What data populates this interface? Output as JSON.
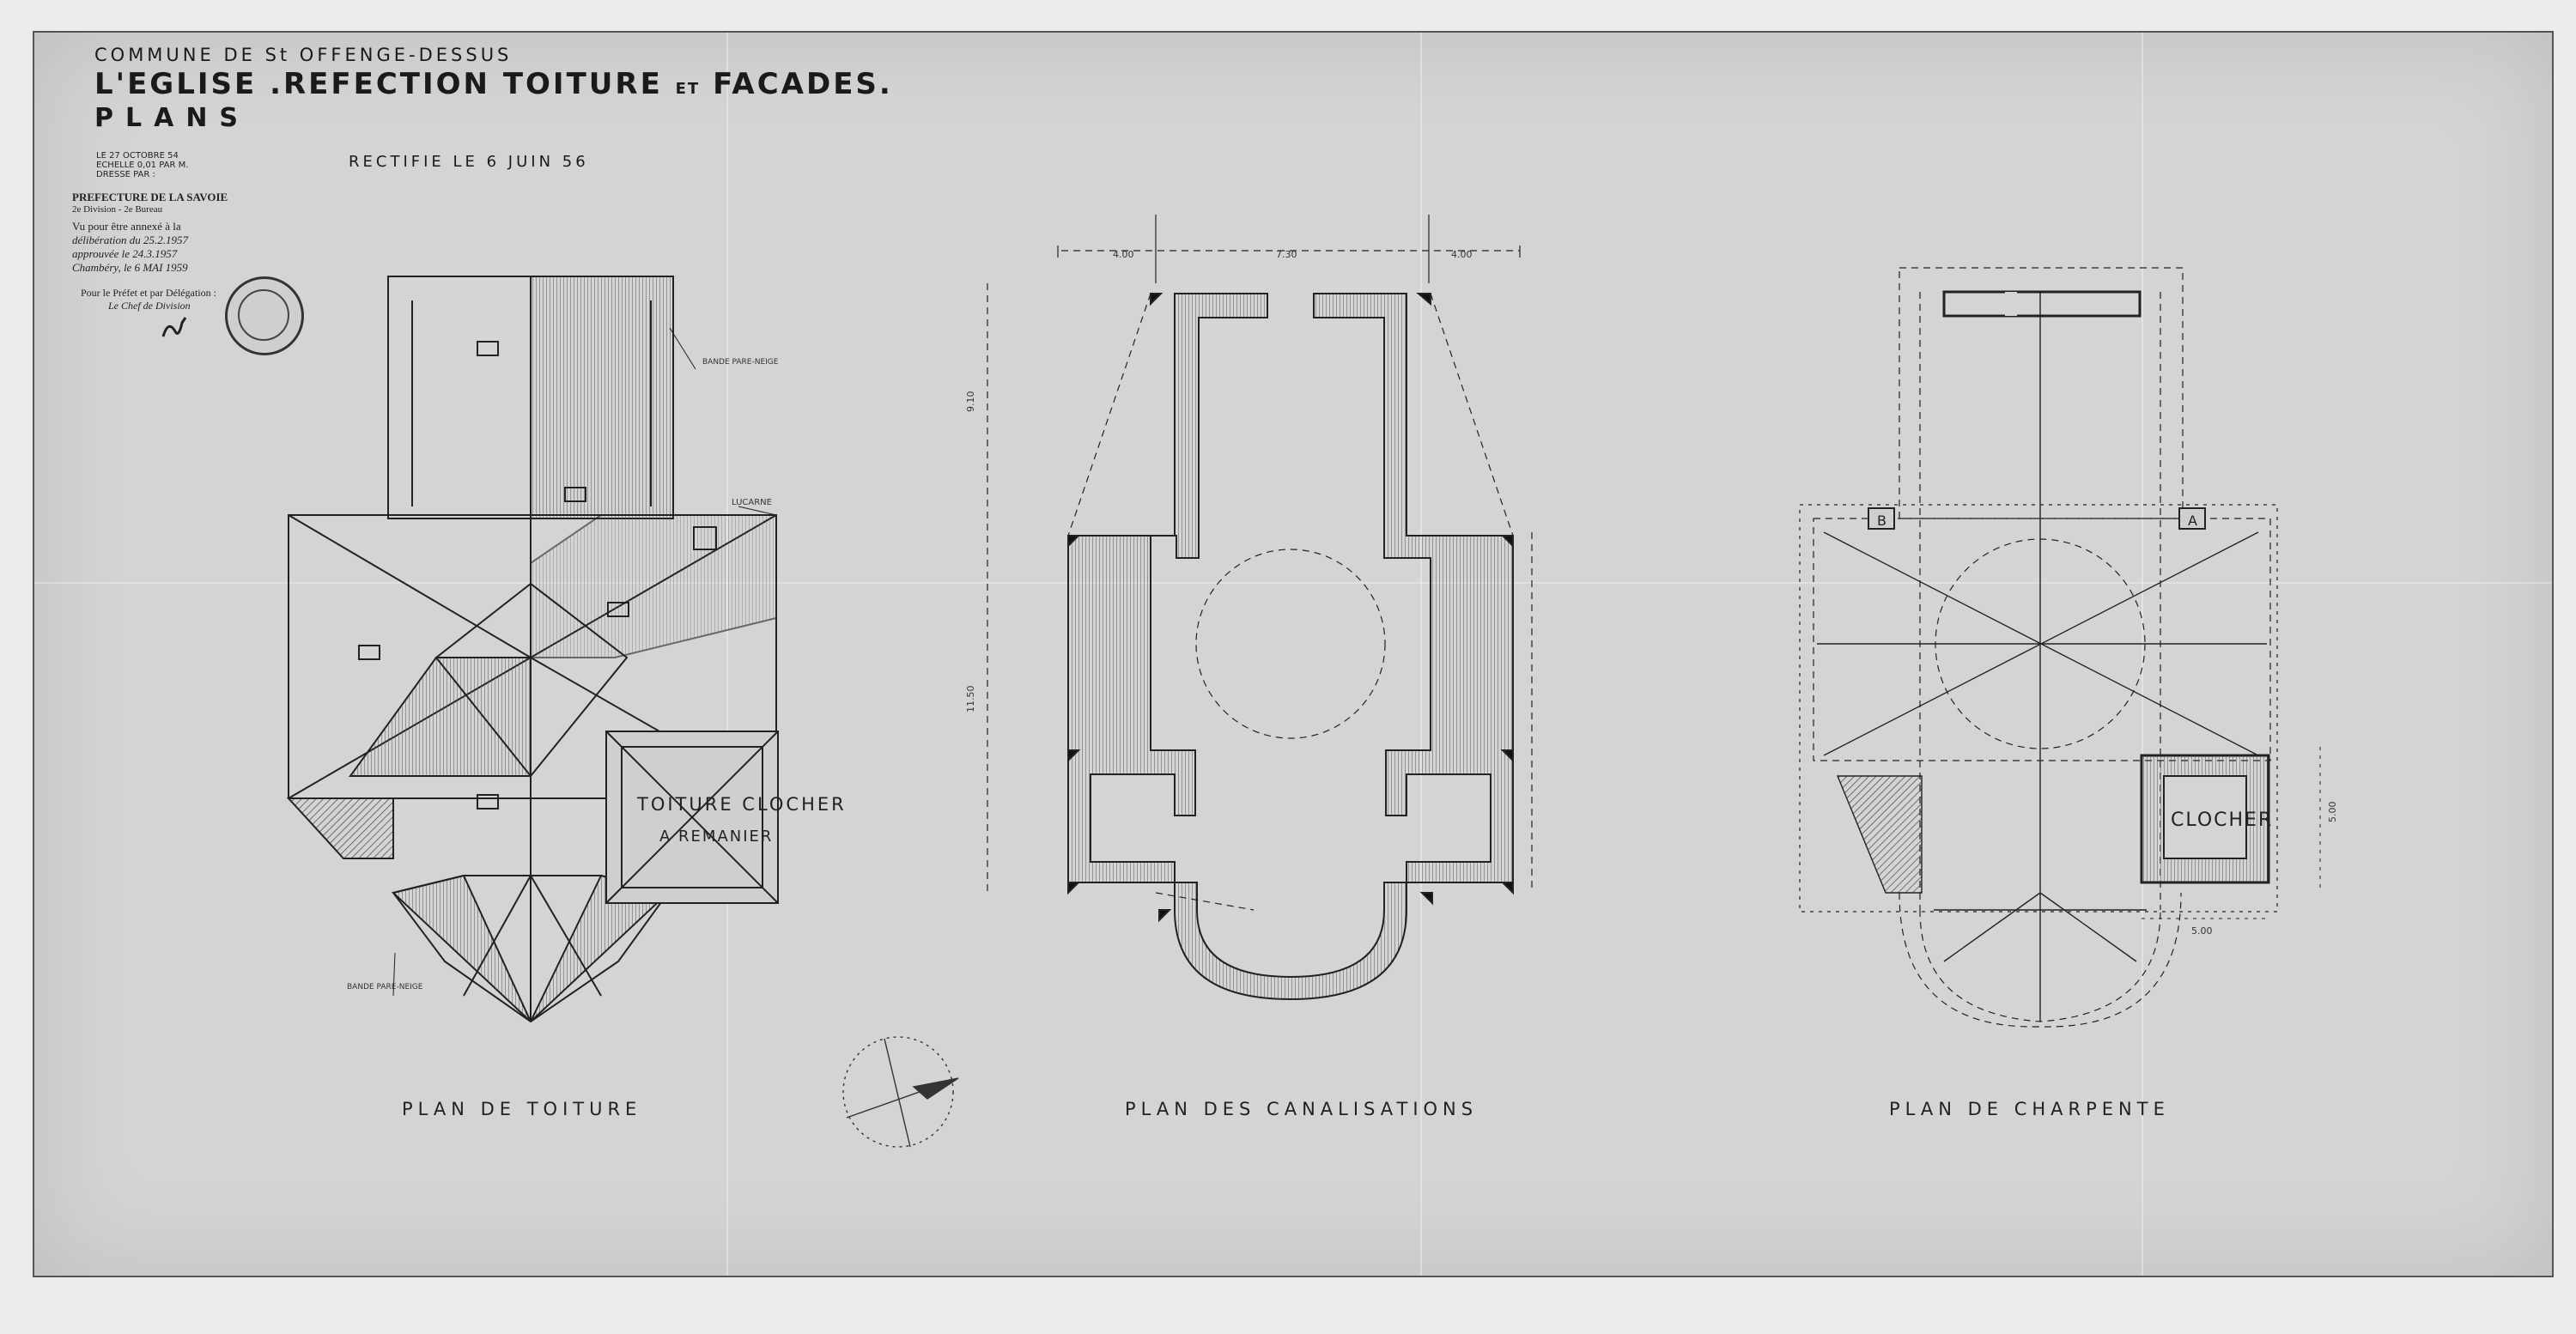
{
  "title_block": {
    "commune": "COMMUNE DE St OFFENGE-DESSUS",
    "title": "L'EGLISE .REFECTION TOITURE",
    "title_conj": "ET",
    "title_end": "FACADES.",
    "subtitle": "PLANS",
    "dates_line1": "LE 27 OCTOBRE 54",
    "dates_line2": "ECHELLE 0,01 PAR M.",
    "dates_line3": "DRESSE PAR :",
    "rectified": "RECTIFIE LE 6 JUIN 56"
  },
  "stamp": {
    "prefecture": "PREFECTURE DE LA SAVOIE",
    "division": "2e Division - 2e Bureau",
    "annexed": "Vu pour être annexé à la",
    "deliberation": "délibération du 25.2.1957",
    "approval": "approuvée le 24.3.1957",
    "place_date": "Chambéry, le 6 MAI 1959",
    "for_prefect": "Pour le Préfet et par Délégation :",
    "chief": "Le Chef de Division"
  },
  "plans": {
    "roof": {
      "label": "PLAN DE TOITURE",
      "note_gutter_left": "BANDE PARE-NEIGE",
      "note_gutter_bottom": "BANDE PARE-NEIGE",
      "note_dormer": "LUCARNE",
      "note_bell": "TOITURE CLOCHER",
      "note_bell2": "A REMANIER"
    },
    "pipes": {
      "label": "PLAN DES CANALISATIONS",
      "dims": [
        "4.00",
        "7.30",
        "4.00",
        "9.10",
        "11.50"
      ]
    },
    "frame": {
      "label": "PLAN DE CHARPENTE",
      "bell": "CLOCHER",
      "mark_a": "A",
      "mark_b": "B",
      "dim_bottom": "5.00",
      "dim_side": "5.00"
    }
  }
}
